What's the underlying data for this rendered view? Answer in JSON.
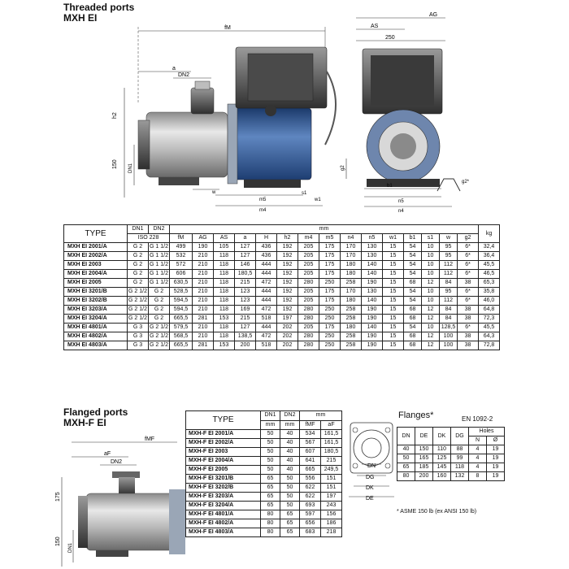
{
  "threaded": {
    "title_line1": "Threaded ports",
    "title_line2": "MXH EI",
    "dims": {
      "fM": "fM",
      "a": "a",
      "DN2": "DN2",
      "h2": "h2",
      "l150": "150",
      "DN1": "DN1",
      "w": "w",
      "m5": "m5",
      "m4": "m4",
      "s1": "s1",
      "w1": "w1",
      "AG": "AG",
      "AS": "AS",
      "w250": "250",
      "g2": "g2",
      "b1": "b1",
      "n5": "n5",
      "n4": "n4",
      "g2s": "g2*"
    },
    "table": {
      "type_label": "TYPE",
      "dn1_label": "DN1",
      "dn2_label": "DN2",
      "iso_label": "ISO 228",
      "mm_label": "mm",
      "kg_label": "kg",
      "columns": [
        "fM",
        "AG",
        "AS",
        "a",
        "H",
        "h2",
        "m4",
        "m5",
        "n4",
        "n5",
        "w1",
        "b1",
        "s1",
        "w",
        "g2"
      ],
      "rows": [
        [
          "MXH EI 2001/A",
          "G 2",
          "G 1 1/2",
          "499",
          "190",
          "105",
          "127",
          "436",
          "192",
          "205",
          "175",
          "170",
          "130",
          "15",
          "54",
          "10",
          "95",
          "6*",
          "32,4"
        ],
        [
          "MXH EI 2002/A",
          "G 2",
          "G 1 1/2",
          "532",
          "210",
          "118",
          "127",
          "436",
          "192",
          "205",
          "175",
          "170",
          "130",
          "15",
          "54",
          "10",
          "95",
          "6*",
          "36,4"
        ],
        [
          "MXH EI 2003",
          "G 2",
          "G 1 1/2",
          "572",
          "210",
          "118",
          "146",
          "444",
          "192",
          "205",
          "175",
          "180",
          "140",
          "15",
          "54",
          "10",
          "112",
          "6*",
          "45,5"
        ],
        [
          "MXH EI 2004/A",
          "G 2",
          "G 1 1/2",
          "606",
          "210",
          "118",
          "180,5",
          "444",
          "192",
          "205",
          "175",
          "180",
          "140",
          "15",
          "54",
          "10",
          "112",
          "6*",
          "46,5"
        ],
        [
          "MXH EI 2005",
          "G 2",
          "G 1 1/2",
          "630,5",
          "210",
          "118",
          "215",
          "472",
          "192",
          "280",
          "250",
          "258",
          "190",
          "15",
          "68",
          "12",
          "84",
          "38",
          "65,3"
        ],
        [
          "MXH EI 3201/B",
          "G 2 1/2",
          "G 2",
          "528,5",
          "210",
          "118",
          "123",
          "444",
          "192",
          "205",
          "175",
          "170",
          "130",
          "15",
          "54",
          "10",
          "95",
          "6*",
          "35,8"
        ],
        [
          "MXH EI 3202/B",
          "G 2 1/2",
          "G 2",
          "594,5",
          "210",
          "118",
          "123",
          "444",
          "192",
          "205",
          "175",
          "180",
          "140",
          "15",
          "54",
          "10",
          "112",
          "6*",
          "46,0"
        ],
        [
          "MXH EI 3203/A",
          "G 2 1/2",
          "G 2",
          "594,5",
          "210",
          "118",
          "169",
          "472",
          "192",
          "280",
          "250",
          "258",
          "190",
          "15",
          "68",
          "12",
          "84",
          "38",
          "64,8"
        ],
        [
          "MXH EI 3204/A",
          "G 2 1/2",
          "G 2",
          "665,5",
          "281",
          "153",
          "215",
          "518",
          "197",
          "280",
          "250",
          "258",
          "190",
          "15",
          "68",
          "12",
          "84",
          "38",
          "72,3"
        ],
        [
          "MXH EI 4801/A",
          "G 3",
          "G 2 1/2",
          "579,5",
          "210",
          "118",
          "127",
          "444",
          "202",
          "205",
          "175",
          "180",
          "140",
          "15",
          "54",
          "10",
          "128,5",
          "6*",
          "45,5"
        ],
        [
          "MXH EI 4802/A",
          "G 3",
          "G 2 1/2",
          "568,5",
          "210",
          "118",
          "138,5",
          "472",
          "202",
          "280",
          "250",
          "258",
          "190",
          "15",
          "68",
          "12",
          "100",
          "38",
          "64,3"
        ],
        [
          "MXH EI 4803/A",
          "G 3",
          "G 2 1/2",
          "665,5",
          "281",
          "153",
          "200",
          "518",
          "202",
          "280",
          "250",
          "258",
          "190",
          "15",
          "68",
          "12",
          "100",
          "38",
          "72,8"
        ]
      ]
    }
  },
  "flanged": {
    "title_line1": "Flanged ports",
    "title_line2": "MXH-F EI",
    "dims": {
      "fMF": "fMF",
      "aF": "aF",
      "DN2": "DN2",
      "l175": "175",
      "l150": "150",
      "DN1": "DN1"
    },
    "table": {
      "type_label": "TYPE",
      "dn1_label": "DN1",
      "dn2_label": "DN2",
      "mm_label": "mm",
      "sub_dn1": "mm",
      "sub_dn2": "mm",
      "columns": [
        "fMF",
        "aF"
      ],
      "rows": [
        [
          "MXH-F EI 2001/A",
          "50",
          "40",
          "534",
          "161,5"
        ],
        [
          "MXH-F EI 2002/A",
          "50",
          "40",
          "567",
          "161,5"
        ],
        [
          "MXH-F EI 2003",
          "50",
          "40",
          "607",
          "180,5"
        ],
        [
          "MXH-F EI 2004/A",
          "50",
          "40",
          "641",
          "215"
        ],
        [
          "MXH-F EI 2005",
          "50",
          "40",
          "665",
          "249,5"
        ],
        [
          "MXH-F EI 3201/B",
          "65",
          "50",
          "556",
          "151"
        ],
        [
          "MXH-F EI 3202/B",
          "65",
          "50",
          "622",
          "151"
        ],
        [
          "MXH-F EI 3203/A",
          "65",
          "50",
          "622",
          "197"
        ],
        [
          "MXH-F EI 3204/A",
          "65",
          "50",
          "693",
          "243"
        ],
        [
          "MXH-F EI 4801/A",
          "80",
          "65",
          "597",
          "156"
        ],
        [
          "MXH-F EI 4802/A",
          "80",
          "65",
          "656",
          "186"
        ],
        [
          "MXH-F EI 4803/A",
          "80",
          "65",
          "683",
          "218"
        ]
      ]
    },
    "flanges": {
      "title": "Flanges*",
      "standard": "EN 1092-2",
      "diagram_labels": {
        "DN": "DN",
        "DG": "DG",
        "DK": "DK",
        "DE": "DE"
      },
      "columns": [
        "DN",
        "DE",
        "DK",
        "DG"
      ],
      "holes_label": "Holes",
      "holes_cols": [
        "N",
        "Ø"
      ],
      "rows": [
        [
          "40",
          "150",
          "110",
          "88",
          "4",
          "19"
        ],
        [
          "50",
          "165",
          "125",
          "99",
          "4",
          "19"
        ],
        [
          "65",
          "185",
          "145",
          "118",
          "4",
          "19"
        ],
        [
          "80",
          "200",
          "160",
          "132",
          "8",
          "19"
        ]
      ],
      "footnote": "* ASME 150 lb (ex ANSI 150 lb)"
    }
  }
}
